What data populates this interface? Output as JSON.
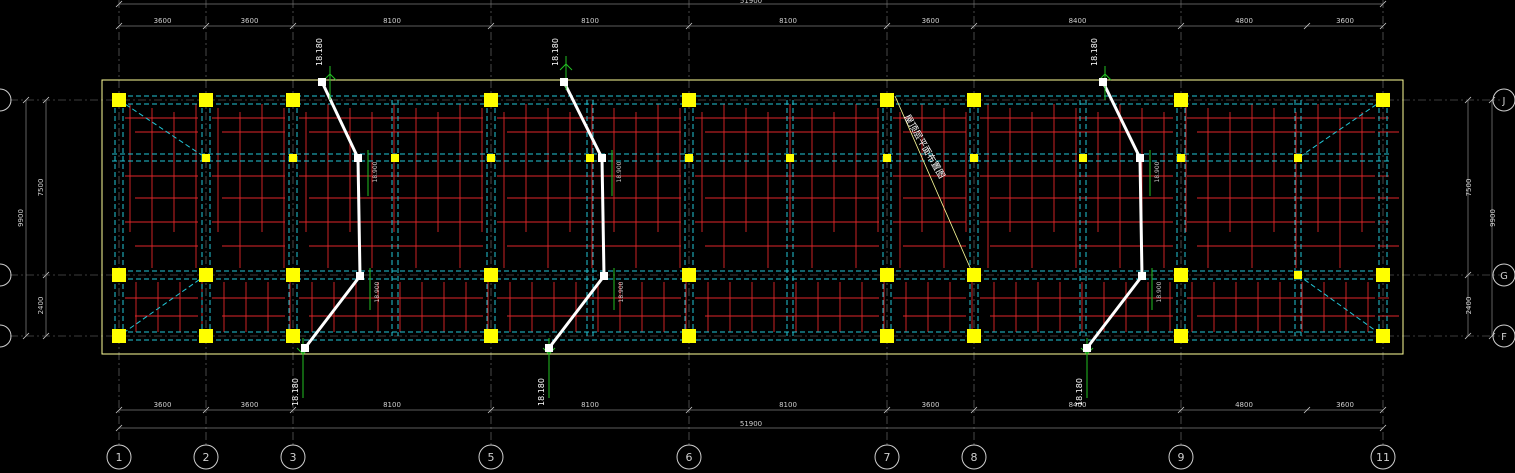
{
  "colors": {
    "background": "#000000",
    "outline": "#ffff99",
    "grid": "#7a7a7a",
    "beam": "#22c6d6",
    "rebar": "#e0262a",
    "column": "#ffff00",
    "section": "#ffffff",
    "marker": "#22c022",
    "text": "#cfcfcf",
    "label": "#ffffff"
  },
  "axes": {
    "vertical": [
      "1",
      "2",
      "3",
      "5",
      "6",
      "7",
      "8",
      "9",
      "11"
    ],
    "horizontal_left": [
      "",
      "",
      ""
    ],
    "horizontal_right": [
      "J",
      "G",
      "F"
    ]
  },
  "dimensions": {
    "top_total": "51900",
    "top_segments": [
      "3600",
      "3600",
      "8100",
      "8100",
      "8100",
      "3600",
      "8400",
      "4800",
      "3600"
    ],
    "bottom_total": "51900",
    "bottom_segments": [
      "3600",
      "3600",
      "8100",
      "8100",
      "8100",
      "3600",
      "8400",
      "4800",
      "3600"
    ],
    "left_total": "9900",
    "left_segments": [
      "7500",
      "2400"
    ],
    "right_total": "9900",
    "right_segments": [
      "7500",
      "2400"
    ]
  },
  "section_labels": {
    "top": [
      "18.180",
      "18.180",
      "18.180"
    ],
    "bottom": [
      "18.180",
      "18.180",
      "18.180"
    ],
    "mid_upper": [
      "18.900",
      "18.900",
      "18.900"
    ],
    "mid_lower": [
      "18.900",
      "18.900",
      "18.900"
    ]
  },
  "annotation": "屋顶层平面布置图"
}
